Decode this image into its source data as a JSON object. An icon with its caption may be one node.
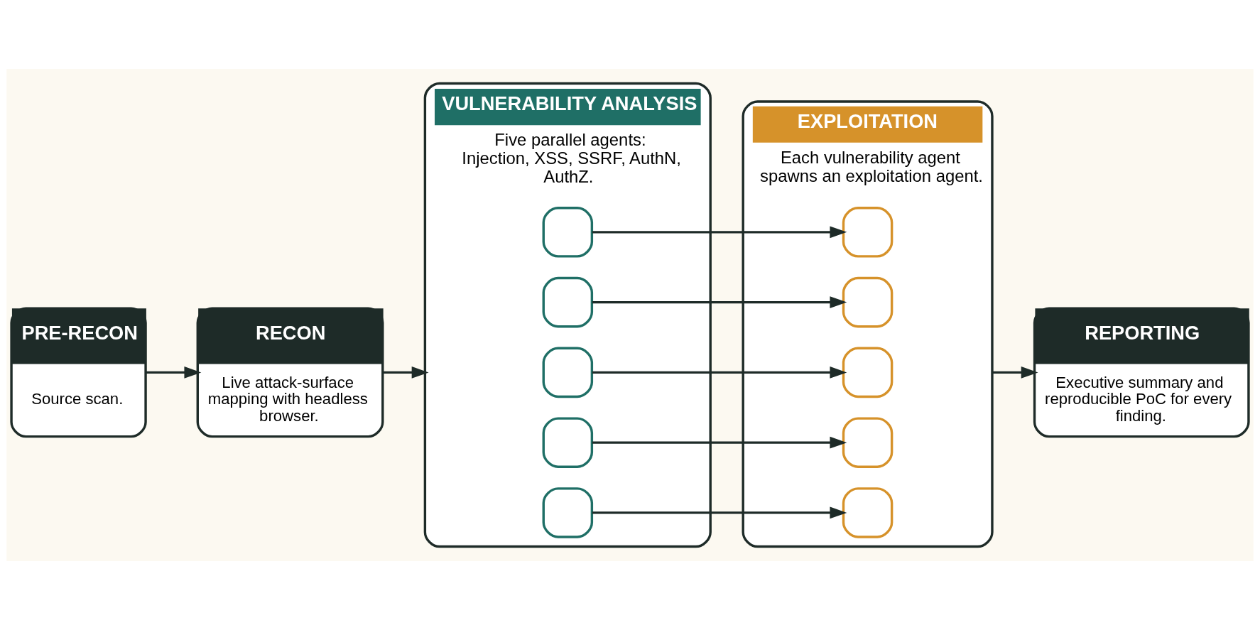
{
  "diagram": {
    "nodes": [
      {
        "text": [
          "PRE-RECON",
          "Source scan."
        ]
      },
      {
        "text": [
          "RECON",
          "Live attack-surface mapping with headless browser."
        ]
      },
      {
        "text": [
          "VULNERABILITY ANALYSIS",
          "Five parallel agents: Injection, XSS, SSRF, AuthN, AuthZ."
        ]
      },
      {
        "text": [],
        "shape": "box",
        "in": 2
      },
      {
        "text": [],
        "shape": "box",
        "in": 2
      },
      {
        "text": [],
        "shape": "box",
        "in": 2
      },
      {
        "text": [],
        "shape": "box",
        "in": 2
      },
      {
        "text": [],
        "shape": "box",
        "in": 2
      },
      {
        "text": [
          "EXPLOITATION",
          "Each vulnerability agent spawns an exploitation agent."
        ]
      },
      {
        "text": [],
        "shape": "box",
        "in": 8
      },
      {
        "text": [],
        "shape": "box",
        "in": 8
      },
      {
        "text": [],
        "shape": "box",
        "in": 8
      },
      {
        "text": [],
        "shape": "box",
        "in": 8
      },
      {
        "text": [],
        "shape": "box",
        "in": 8
      },
      {
        "text": [
          "REPORTING",
          "Executive summary and reproducible PoC for every finding."
        ]
      }
    ],
    "edges": [
      {
        "from": 0,
        "to": 1,
        "arrow": "to"
      },
      {
        "from": 1,
        "to": 2,
        "arrow": "to"
      },
      {
        "from": 3,
        "to": 9,
        "arrow": "to"
      },
      {
        "from": 4,
        "to": 10,
        "arrow": "to"
      },
      {
        "from": 5,
        "to": 11,
        "arrow": "to"
      },
      {
        "from": 6,
        "to": 12,
        "arrow": "to"
      },
      {
        "from": 7,
        "to": 13,
        "arrow": "to"
      },
      {
        "from": 8,
        "to": 14,
        "arrow": "to"
      }
    ]
  }
}
